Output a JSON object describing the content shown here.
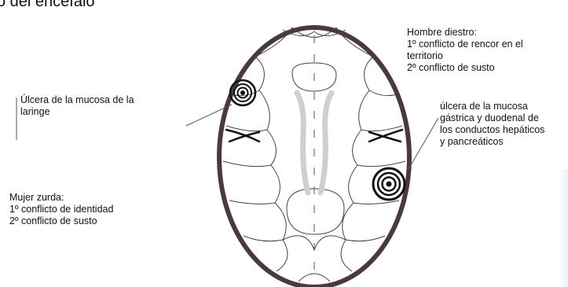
{
  "header": {
    "title": "o del encéfalo"
  },
  "labels": {
    "left_top": "Úlcera de la mucosa de la\nlaringe",
    "left_bottom": "Mujer zurda:\n1º conflicto de identidad\n2º conflicto de susto",
    "right_top": "Hombre diestro:\n1º conflicto de rencor en el\nterritorio\n2º conflicto de susto",
    "right_middle": "úlcera de la mucosa\ngástrica y duodenal de\nlos conductos hepáticos\ny pancreáticos"
  },
  "colors": {
    "outline": "#4a3a3e",
    "ventricles": "#cfcfcf",
    "lines": "#555555",
    "text": "#111111"
  }
}
